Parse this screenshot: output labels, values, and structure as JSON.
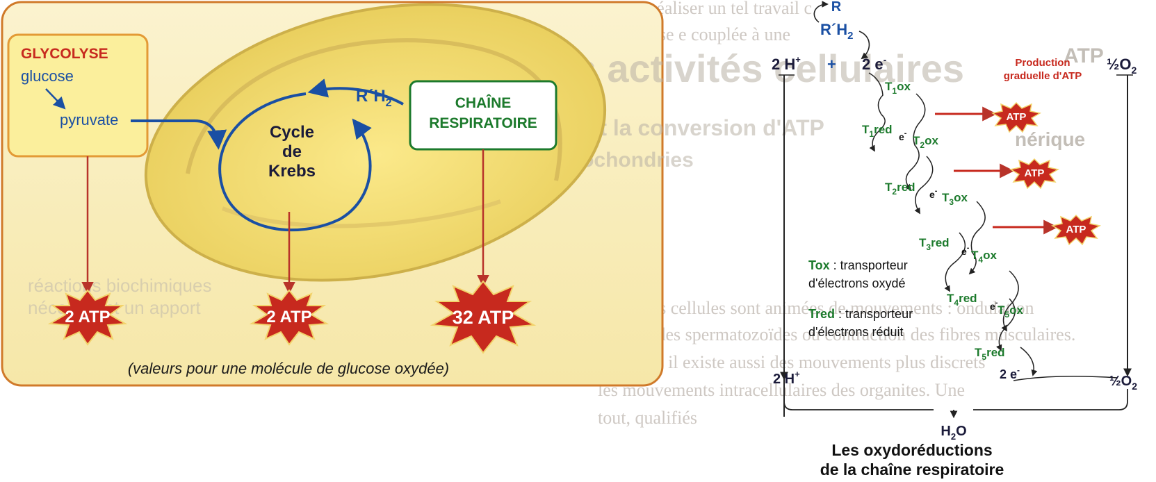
{
  "left": {
    "glycolyse": {
      "title": "GLYCOLYSE",
      "glucose": "glucose",
      "pyruvate": "pyruvate"
    },
    "krebs": {
      "line1": "Cycle",
      "line2": "de",
      "line3": "Krebs"
    },
    "rh2": {
      "r": "R´H",
      "sub": "2"
    },
    "chain": {
      "line1": "CHAÎNE",
      "line2": "RESPIRATOIRE"
    },
    "atp": [
      "2 ATP",
      "2 ATP",
      "32 ATP"
    ],
    "caption": "(valeurs pour une molécule de glucose oxydée)"
  },
  "right": {
    "r_top": "R",
    "rh2": {
      "main": "R´H",
      "sub": "2"
    },
    "h_top": {
      "main": "2 H",
      "sup": "+"
    },
    "plus": "+",
    "e_top": "2 e",
    "e_top_sup": "-",
    "o2_top": {
      "main": "½O",
      "sub": "2"
    },
    "production": {
      "line1": "Production",
      "line2": "graduelle d'ATP"
    },
    "atp": [
      "ATP",
      "ATP",
      "ATP"
    ],
    "ox": [
      {
        "main": "T",
        "sub": "1",
        "suffix": "ox"
      },
      {
        "main": "T",
        "sub": "2",
        "suffix": "ox"
      },
      {
        "main": "T",
        "sub": "3",
        "suffix": "ox"
      },
      {
        "main": "T",
        "sub": "4",
        "suffix": "ox"
      },
      {
        "main": "T",
        "sub": "5",
        "suffix": "ox"
      }
    ],
    "red": [
      {
        "main": "T",
        "sub": "1",
        "suffix": "red"
      },
      {
        "main": "T",
        "sub": "2",
        "suffix": "red"
      },
      {
        "main": "T",
        "sub": "3",
        "suffix": "red"
      },
      {
        "main": "T",
        "sub": "4",
        "suffix": "red"
      },
      {
        "main": "T",
        "sub": "5",
        "suffix": "red"
      }
    ],
    "electron": "e",
    "electron_sup": "-",
    "legend": {
      "tox_key": "Tox",
      "tox_text1": " : transporteur",
      "tox_text2": "d'électrons oxydé",
      "tred_key": "Tred",
      "tred_text1": " : transporteur",
      "tred_text2": "d'électrons réduit"
    },
    "h_bottom": {
      "main": "2 H",
      "sup": "+"
    },
    "e_bottom": "2 e",
    "e_bottom_sup": "-",
    "o2_bottom": {
      "main": "½O",
      "sub": "2"
    },
    "h2o": {
      "main": "H",
      "sub": "2",
      "suffix": "O"
    },
    "title": {
      "line1": "Les oxydoréductions",
      "line2": "de la chaîne respiratoire"
    }
  },
  "colors": {
    "blue": "#1a4fa3",
    "green": "#1c7a2c",
    "atp_red": "#c7291e",
    "frame": "#d07a2a",
    "mito": "#efd66a"
  }
}
